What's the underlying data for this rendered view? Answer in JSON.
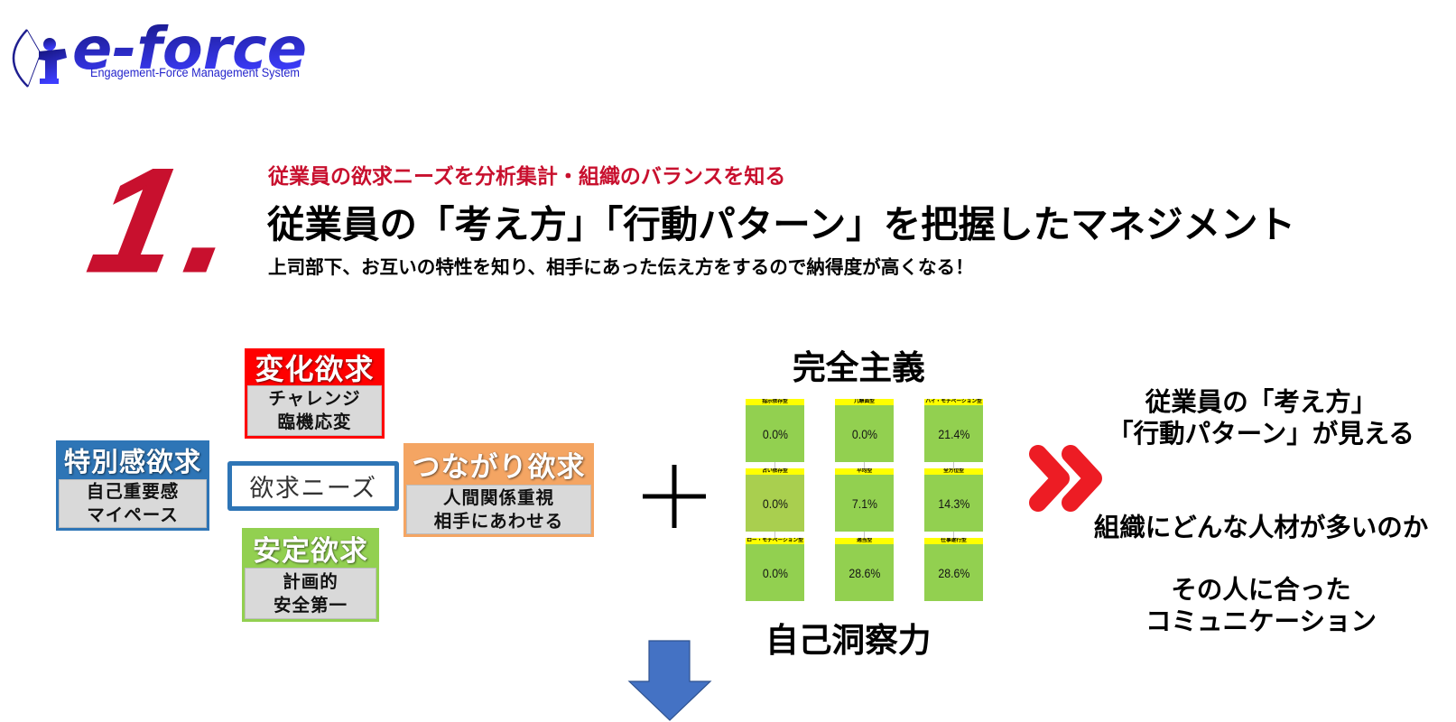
{
  "logo": {
    "title": "e-force",
    "subtitle": "Engagement-Force Management System",
    "icon": "archer-icon",
    "colors": {
      "primary": "#14147a",
      "accent": "#3d3dff",
      "tagline": "#2424cc",
      "outline": "#1f1f90"
    }
  },
  "heading": {
    "number": "1.",
    "kicker": "従業員の欲求ニーズを分析集計・組織のバランスを知る",
    "title": "従業員の「考え方」「行動パターン」を把握したマネジメント",
    "description": "上司部下、お互いの特性を知り、相手にあった伝え方をするので納得度が高くなる！",
    "accent_color": "#c8102e"
  },
  "needs_diagram": {
    "center_label": "欲求ニーズ",
    "center_border_color": "#2e75b6",
    "body_color": "#d9d9d9",
    "needs": [
      {
        "title": "変化欲求",
        "lines": [
          "チャレンジ",
          "臨機応変"
        ],
        "color": "#ff0000"
      },
      {
        "title": "特別感欲求",
        "lines": [
          "自己重要感",
          "マイペース"
        ],
        "color": "#2e75b6"
      },
      {
        "title": "つながり欲求",
        "lines": [
          "人間関係重視",
          "相手にあわせる"
        ],
        "color": "#f4a563"
      },
      {
        "title": "安定欲求",
        "lines": [
          "計画的",
          "安全第一"
        ],
        "color": "#92d050"
      }
    ]
  },
  "connectors": {
    "plus_icon": "plus-icon",
    "plus_color": "#000000",
    "next_icon": "double-chevron-right-icon",
    "next_color": "#ed1c24",
    "down_icon": "arrow-down-icon",
    "down_color": "#4472c4",
    "down_outline": "#2f528f"
  },
  "matrix": {
    "top_label": "完全主義",
    "bottom_label": "自己洞察力",
    "header_color": "#ffff00",
    "rows": [
      {
        "cells": [
          {
            "label": "指示依存型",
            "value": "0.0%",
            "pct": 0.0,
            "fill": "#92d050"
          },
          {
            "label": "几帳面型",
            "value": "0.0%",
            "pct": 0.0,
            "fill": "#92d050"
          },
          {
            "label": "ハイ・モチベーション型",
            "value": "21.4%",
            "pct": 21.4,
            "fill": "#92d050"
          }
        ]
      },
      {
        "cells": [
          {
            "label": "占い依存型",
            "value": "0.0%",
            "pct": 0.0,
            "fill": "#a9cf4f"
          },
          {
            "label": "平均型",
            "value": "7.1%",
            "pct": 7.1,
            "fill": "#92d050"
          },
          {
            "label": "全方位型",
            "value": "14.3%",
            "pct": 14.3,
            "fill": "#92d050"
          }
        ]
      },
      {
        "cells": [
          {
            "label": "ロー・モチベーション型",
            "value": "0.0%",
            "pct": 0.0,
            "fill": "#92d050"
          },
          {
            "label": "適当型",
            "value": "28.6%",
            "pct": 28.6,
            "fill": "#92d050"
          },
          {
            "label": "仕事遂行型",
            "value": "28.6%",
            "pct": 28.6,
            "fill": "#92d050"
          }
        ]
      }
    ]
  },
  "outcomes": {
    "groups": [
      {
        "lines": [
          "従業員の「考え方」",
          "「行動パターン」が見える"
        ]
      },
      {
        "lines": [
          "組織にどんな人材が多いのか"
        ]
      },
      {
        "lines": [
          "その人に合った",
          "コミュニケーション"
        ]
      }
    ]
  }
}
